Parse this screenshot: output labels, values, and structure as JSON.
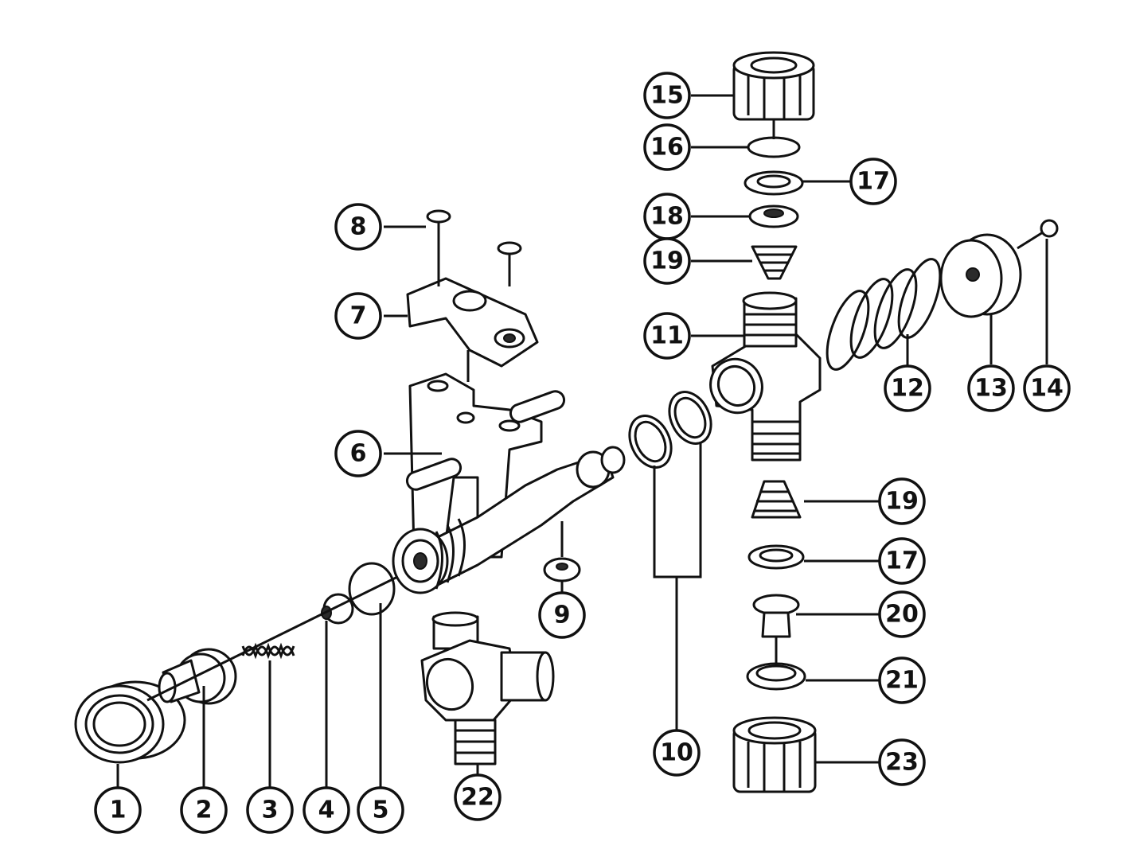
{
  "callouts": {
    "c1": "1",
    "c2": "2",
    "c3": "3",
    "c4": "4",
    "c5": "5",
    "c6": "6",
    "c7": "7",
    "c8": "8",
    "c9": "9",
    "c10": "10",
    "c11": "11",
    "c12": "12",
    "c13": "13",
    "c14": "14",
    "c15": "15",
    "c16": "16",
    "c17a": "17",
    "c18": "18",
    "c19a": "19",
    "c22": "22",
    "c19b": "19",
    "c17b": "17",
    "c20": "20",
    "c21": "21",
    "c23": "23"
  },
  "colors": {
    "line": "#111111",
    "background": "#ffffff",
    "shade": "#9a9a9a"
  }
}
